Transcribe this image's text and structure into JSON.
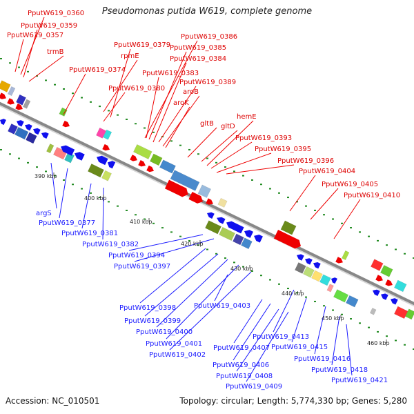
{
  "title": "Pseudomonas putida W619, complete genome",
  "footer": {
    "accession": "Accession: NC_010501",
    "summary": "Topology: circular; Length: 5,774,330 bp; Genes: 5,280"
  },
  "colors": {
    "forward": "#ee0000",
    "reverse": "#1010ee",
    "backbone": "#888888",
    "dots": "#228b22"
  },
  "ticks": [
    "390 kbp",
    "400 kbp",
    "410 kbp",
    "420 kbp",
    "430 kbp",
    "440 kbp",
    "450 kbp",
    "460 kbp"
  ],
  "top_labels": [
    "PputW619_0360",
    "PputW619_0359",
    "PputW619_0357",
    "trmB",
    "PputW619_0374",
    "PputW619_0379",
    "rpmE",
    "PputW619_0380",
    "PputW619_0386",
    "PputW619_0385",
    "PputW619_0384",
    "PputW619_0383",
    "aroB",
    "PputW619_0389",
    "aroK",
    "gltB",
    "gltD",
    "hemE",
    "PputW619_0393",
    "PputW619_0395",
    "PputW619_0396",
    "PputW619_0404",
    "PputW619_0405",
    "PputW619_0410"
  ],
  "bottom_labels": [
    "argS",
    "PputW619_0377",
    "PputW619_0381",
    "PputW619_0382",
    "PputW619_0394",
    "PputW619_0397",
    "PputW619_0398",
    "PputW619_0399",
    "PputW619_0400",
    "PputW619_0401",
    "PputW619_0402",
    "PputW619_0403",
    "PputW619_0406",
    "PputW619_0407",
    "PputW619_0408",
    "PputW619_0409",
    "PputW619_0413",
    "PputW619_0415",
    "PputW619_0416",
    "PputW619_0418",
    "PputW619_0421"
  ]
}
